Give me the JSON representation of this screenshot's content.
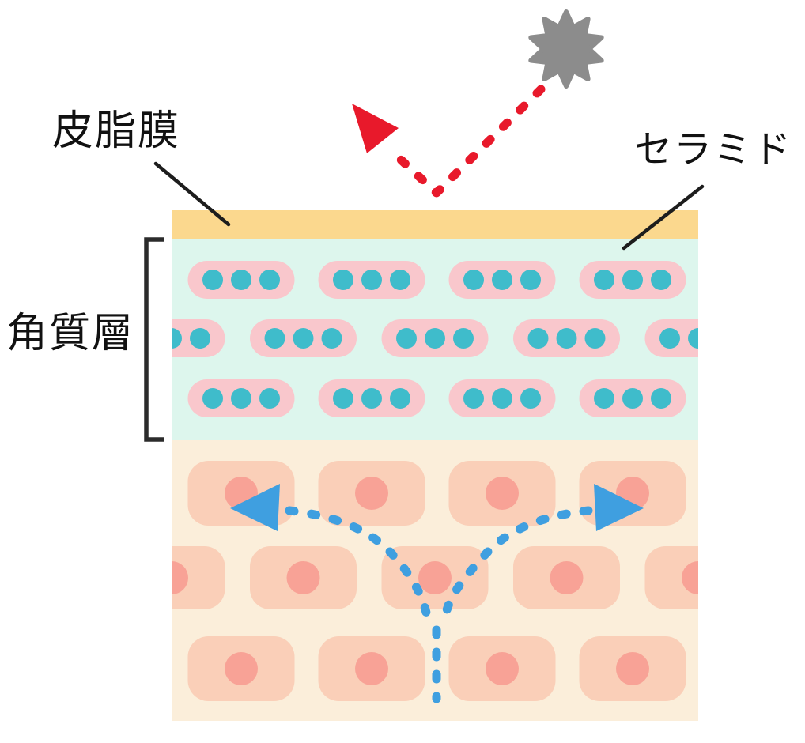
{
  "figure": {
    "kind": "skin-barrier-cross-section-diagram",
    "labels": {
      "sebum_film": "皮脂膜",
      "ceramide": "セラミド",
      "stratum_corneum": "角質層"
    },
    "icons": {
      "irritant": "starburst-icon",
      "reflected_stimulus": "red-dashed-bounce-arrow-icon",
      "moisture_spread": "blue-dashed-branch-arrows-icon"
    },
    "colors": {
      "sebum_film_layer": "#FBD88E",
      "stratum_corneum_layer": "#DDF6ED",
      "corneocyte": "#F9C7CC",
      "ceramide_dot": "#3FBCCB",
      "epidermis_layer": "#FBEEDA",
      "skin_cell": "#FACFB8",
      "cell_nucleus": "#F8A296",
      "irritant_star": "#8C8C8C",
      "reflect_arrow": "#E8192B",
      "moisture_arrow": "#3F9FE0",
      "label_text": "#111111",
      "leader_line": "#1D1D1D",
      "bracket": "#2B2B2B"
    },
    "structure": {
      "corneocyte_rows": [
        4,
        5,
        4
      ],
      "ceramide_dots_per_corneocyte": 3,
      "skin_cell_rows": [
        4,
        5,
        4
      ]
    }
  }
}
